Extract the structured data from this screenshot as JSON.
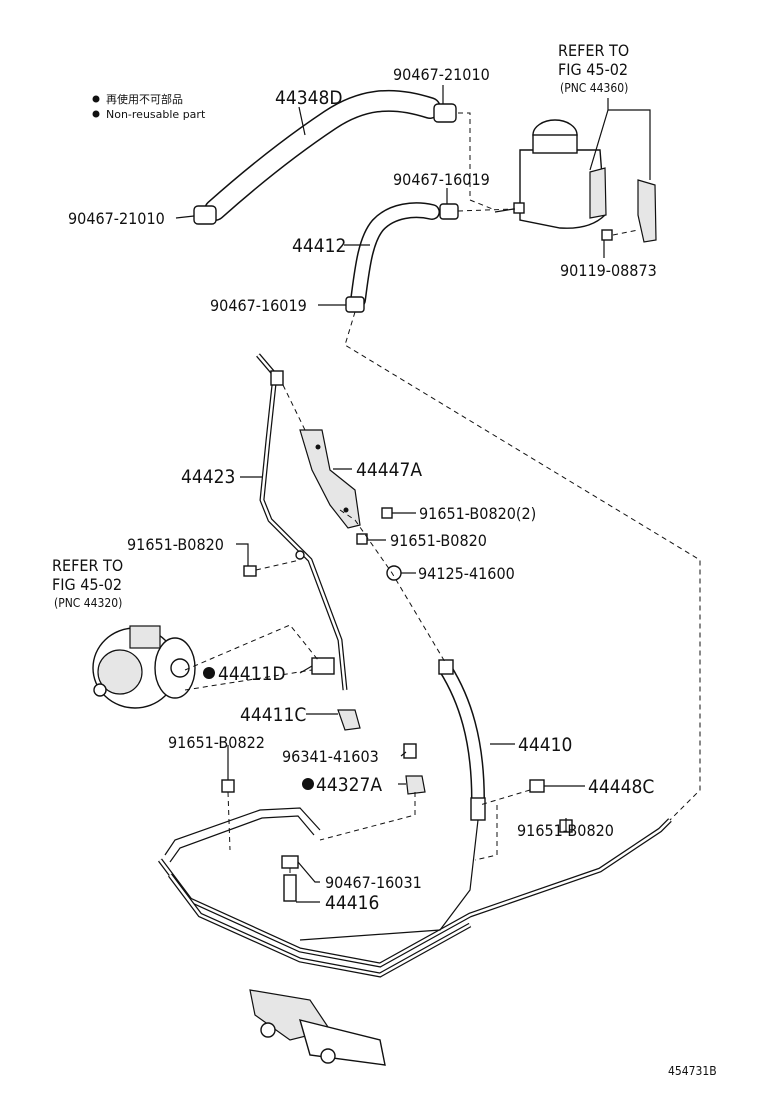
{
  "legend": {
    "symbol": "●",
    "line_jp": "再使用不可部品",
    "line_en": "Non-reusable part"
  },
  "labels": {
    "p44348D": "44348D",
    "p90467_21010_top": "90467-21010",
    "p90467_21010_left": "90467-21010",
    "p90467_16019_a": "90467-16019",
    "p44412": "44412",
    "p90467_16019_b": "90467-16019",
    "p90119_08873": "90119-08873",
    "p44423": "44423",
    "p44447A": "44447A",
    "p91651_B0820_2": "91651-B0820(2)",
    "p91651_B0820_a": "91651-B0820",
    "p91651_B0820_b": "91651-B0820",
    "p94125_41600": "94125-41600",
    "p44411D": "44411D",
    "p44411C": "44411C",
    "p44410": "44410",
    "p91651_B0822": "91651-B0822",
    "p96341_41603": "96341-41603",
    "p44327A": "44327A",
    "p44448C": "44448C",
    "p91651_B0820_c": "91651-B0820",
    "p90467_16031": "90467-16031",
    "p44416": "44416"
  },
  "refer_reservoir": {
    "line1": "REFER TO",
    "line2": "FIG 45-02",
    "line3": "(PNC 44360)"
  },
  "refer_pump": {
    "line1": "REFER TO",
    "line2": "FIG 45-02",
    "line3": "(PNC 44320)"
  },
  "diagram_id": "454731B"
}
